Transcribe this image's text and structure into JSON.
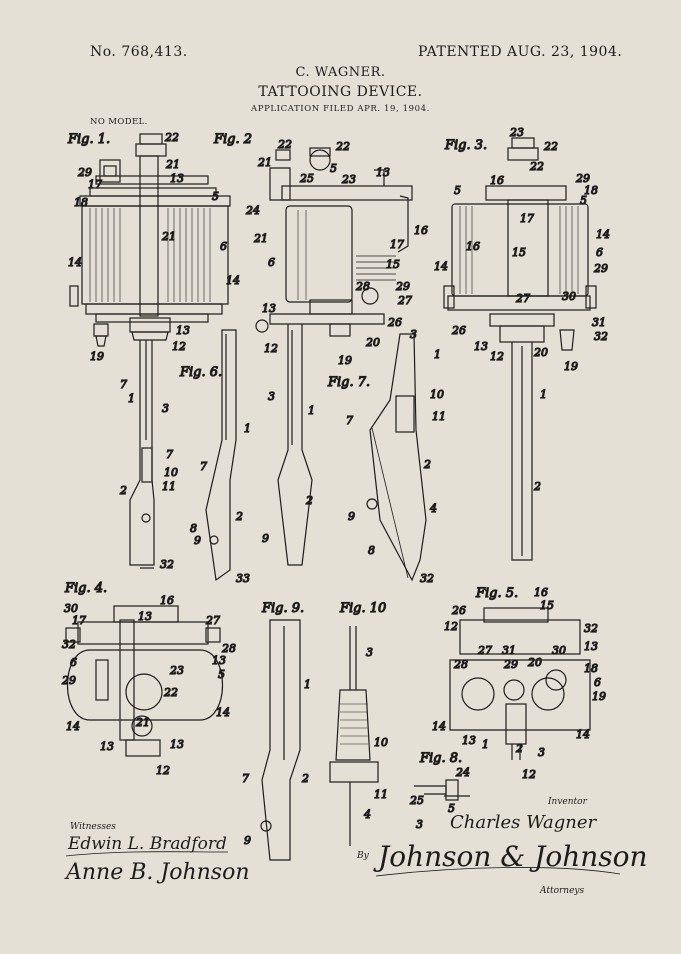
{
  "header": {
    "patent_number": "No. 768,413.",
    "patent_date": "PATENTED AUG. 23, 1904.",
    "inventor_name": "C. WAGNER.",
    "title": "TATTOOING DEVICE.",
    "application": "APPLICATION FILED APR. 19, 1904.",
    "model_note": "NO MODEL."
  },
  "figure_labels": [
    "Fig. 1.",
    "Fig. 2",
    "Fig. 3.",
    "Fig. 6.",
    "Fig. 7.",
    "Fig. 4.",
    "Fig. 9.",
    "Fig. 10",
    "Fig. 5.",
    "Fig. 8."
  ],
  "footer": {
    "witnesses_label": "Witnesses",
    "witness_1": "Edwin L. Bradford",
    "witness_2": "Anne B. Johnson",
    "inventor_label": "Inventor",
    "inventor_signature": "Charles Wagner",
    "by_label": "By",
    "attorney_signature": "Johnson & Johnson",
    "attorneys_label": "Attorneys"
  },
  "colors": {
    "paper": "#e4e0d6",
    "ink": "#1e1c1a"
  }
}
